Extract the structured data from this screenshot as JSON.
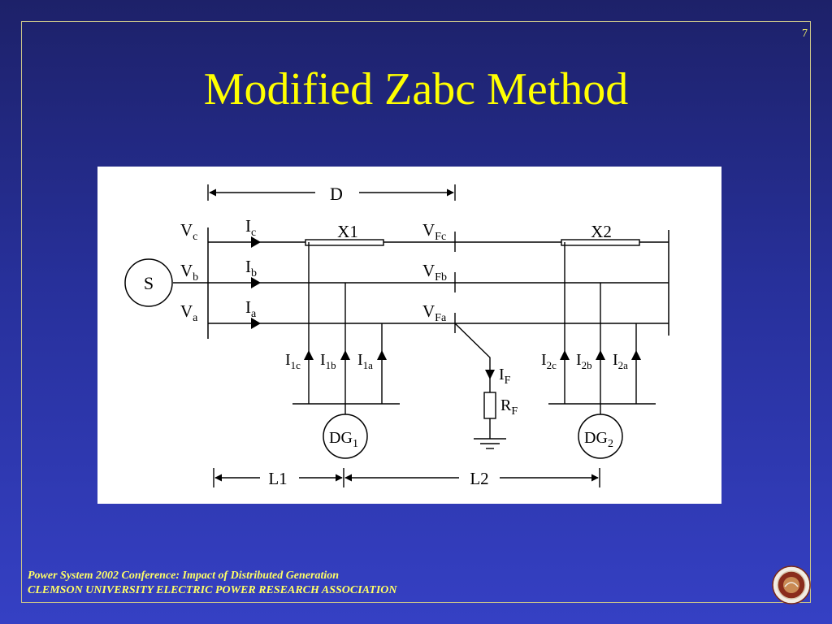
{
  "slide": {
    "page_number": "7",
    "title": "Modified Zabc Method",
    "footer_line1": "Power System 2002 Conference:  Impact of Distributed Generation",
    "footer_line2": "CLEMSON UNIVERSITY ELECTRIC POWER RESEARCH ASSOCIATION"
  },
  "diagram": {
    "distance_label": "D",
    "source_label": "S",
    "line_labels": {
      "x1": "X1",
      "x2": "X2"
    },
    "voltages": {
      "vc": {
        "base": "V",
        "sub": "c"
      },
      "vb": {
        "base": "V",
        "sub": "b"
      },
      "va": {
        "base": "V",
        "sub": "a"
      },
      "vfc": {
        "base": "V",
        "sub": "Fc"
      },
      "vfb": {
        "base": "V",
        "sub": "Fb"
      },
      "vfa": {
        "base": "V",
        "sub": "Fa"
      }
    },
    "currents": {
      "ic": {
        "base": "I",
        "sub": "c"
      },
      "ib": {
        "base": "I",
        "sub": "b"
      },
      "ia": {
        "base": "I",
        "sub": "a"
      },
      "i1c": {
        "base": "I",
        "sub": "1c"
      },
      "i1b": {
        "base": "I",
        "sub": "1b"
      },
      "i1a": {
        "base": "I",
        "sub": "1a"
      },
      "i2c": {
        "base": "I",
        "sub": "2c"
      },
      "i2b": {
        "base": "I",
        "sub": "2b"
      },
      "i2a": {
        "base": "I",
        "sub": "2a"
      },
      "if": {
        "base": "I",
        "sub": "F"
      }
    },
    "resistor": {
      "base": "R",
      "sub": "F"
    },
    "generators": {
      "dg1": {
        "base": "DG",
        "sub": "1"
      },
      "dg2": {
        "base": "DG",
        "sub": "2"
      }
    },
    "segments": {
      "l1": "L1",
      "l2": "L2"
    }
  }
}
